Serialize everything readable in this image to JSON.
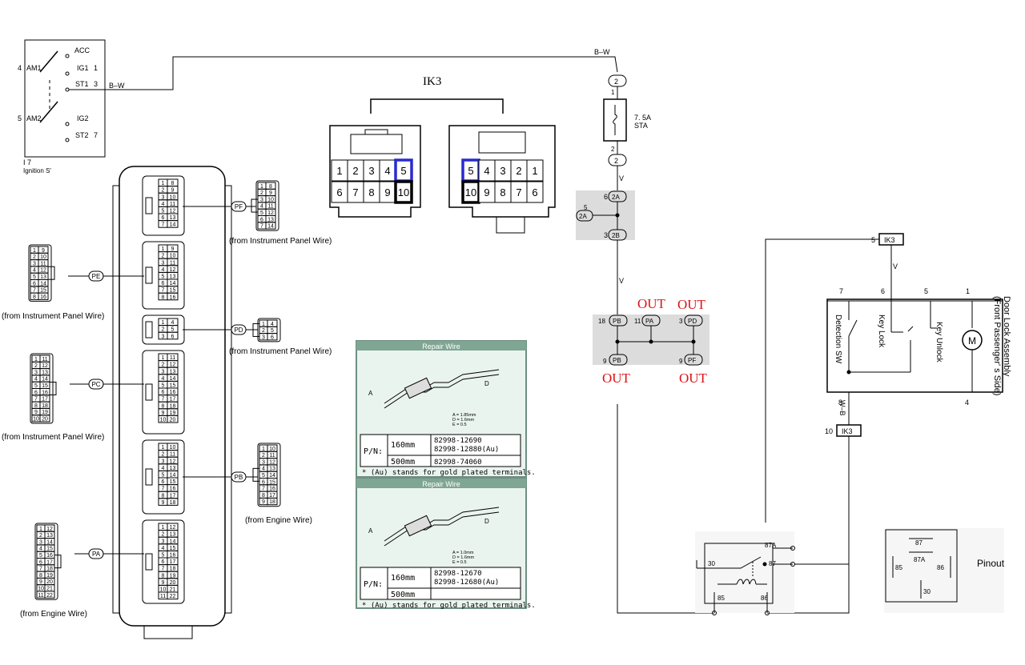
{
  "ignition": {
    "terms": [
      "ACC",
      "AM1",
      "IG1",
      "ST1",
      "AM2",
      "IG2",
      "ST2"
    ],
    "pins": {
      "am1": "4",
      "ig1": "1",
      "st1": "3",
      "am2": "5",
      "st2": "7"
    },
    "wire": "B–W",
    "code": "I 7",
    "name": "Ignition S'"
  },
  "ik3": {
    "title": "IK3",
    "left_top": [
      "1",
      "2",
      "3",
      "4",
      "5"
    ],
    "left_bottom": [
      "6",
      "7",
      "8",
      "9",
      "10"
    ],
    "right_top": [
      "5",
      "4",
      "3",
      "2",
      "1"
    ],
    "right_bottom": [
      "10",
      "9",
      "8",
      "7",
      "6"
    ],
    "highlight_blue": "#2a2ad0",
    "highlight_black": "#000000"
  },
  "junction": {
    "top_wire": "B–W",
    "c2_top": "2",
    "c2_bottom": "2",
    "fuse_pin_top": "1",
    "fuse_pin_bottom": "2",
    "fuse_rating": "7. 5A",
    "fuse_name": "STA",
    "v_mark": "V",
    "c2a_pin": "6",
    "c2a": "2A",
    "c2a_side_pin": "5",
    "c2a_side": "2A",
    "c2b_pin": "3",
    "c2b": "2B",
    "pb_pin": "18",
    "pb": "PB",
    "pa_pin": "11",
    "pa": "PA",
    "pd_pin": "3",
    "pd": "PD",
    "pb2_pin": "9",
    "pb2": "PB",
    "pf_pin": "9",
    "pf": "PF",
    "out": "OUT",
    "shade": "#dcdcdc"
  },
  "door_lock": {
    "ik3_top_pin": "5",
    "ik3_top": "IK3",
    "v_mark": "V",
    "pins_top": [
      "7",
      "6",
      "5",
      "1"
    ],
    "detection": "Detection SW",
    "key_lock": "Key Lock",
    "key_unlock": "Key Unlock",
    "motor": "M",
    "title1": "Door Lock Assembly",
    "title2": "(Front Passenger' s Side)",
    "pin8": "8",
    "pin4": "4",
    "wire": "W–B",
    "ik3_bottom_pin": "10",
    "ik3_bottom": "IK3"
  },
  "relay": {
    "t30": "30",
    "t87a": "87A",
    "t87": "87",
    "t85": "85",
    "t86": "86",
    "pinout_label": "Pinout",
    "p87": "87",
    "p87a": "87A",
    "p85": "85",
    "p86": "86",
    "p30": "30"
  },
  "ecu": {
    "pf": {
      "id": "PF",
      "rows": [
        [
          "1",
          "8"
        ],
        [
          "2",
          "9"
        ],
        [
          "3",
          "10"
        ],
        [
          "4",
          "11"
        ],
        [
          "5",
          "12"
        ],
        [
          "6",
          "13"
        ],
        [
          "7",
          "14"
        ]
      ],
      "from": "(from Instrument Panel Wire)"
    },
    "pe": {
      "id": "PE",
      "rows": [
        [
          "1",
          "9"
        ],
        [
          "2",
          "10"
        ],
        [
          "3",
          "11"
        ],
        [
          "4",
          "12"
        ],
        [
          "5",
          "13"
        ],
        [
          "6",
          "14"
        ],
        [
          "7",
          "15"
        ],
        [
          "8",
          "16"
        ]
      ],
      "from": "(from Instrument Panel Wire)"
    },
    "pd": {
      "id": "PD",
      "rows": [
        [
          "1",
          "4"
        ],
        [
          "2",
          "5"
        ],
        [
          "3",
          "6"
        ]
      ],
      "from": "(from Instrument Panel Wire)"
    },
    "pc": {
      "id": "PC",
      "rows": [
        [
          "1",
          "11"
        ],
        [
          "2",
          "12"
        ],
        [
          "3",
          "13"
        ],
        [
          "4",
          "14"
        ],
        [
          "5",
          "15"
        ],
        [
          "6",
          "16"
        ],
        [
          "7",
          "17"
        ],
        [
          "8",
          "18"
        ],
        [
          "9",
          "19"
        ],
        [
          "10",
          "20"
        ]
      ],
      "from": "(from Instrument Panel Wire)"
    },
    "pb": {
      "id": "PB",
      "rows": [
        [
          "1",
          "10"
        ],
        [
          "2",
          "11"
        ],
        [
          "3",
          "12"
        ],
        [
          "4",
          "13"
        ],
        [
          "5",
          "14"
        ],
        [
          "6",
          "15"
        ],
        [
          "7",
          "16"
        ],
        [
          "8",
          "17"
        ],
        [
          "9",
          "18"
        ]
      ],
      "from": "(from Engine Wire)"
    },
    "pa": {
      "id": "PA",
      "rows": [
        [
          "1",
          "12"
        ],
        [
          "2",
          "13"
        ],
        [
          "3",
          "14"
        ],
        [
          "4",
          "15"
        ],
        [
          "5",
          "16"
        ],
        [
          "6",
          "17"
        ],
        [
          "7",
          "18"
        ],
        [
          "8",
          "19"
        ],
        [
          "9",
          "20"
        ],
        [
          "10",
          "21"
        ],
        [
          "11",
          "22"
        ]
      ],
      "from": "(from Engine Wire)"
    }
  },
  "repair": [
    {
      "header": "Repair Wire",
      "dims": [
        "A = 1.85mm",
        "D = 1.6mm",
        "E = 0.5"
      ],
      "letters": [
        "A",
        "D"
      ],
      "pn_label": "P/N:",
      "len1": "160mm",
      "part1a": "82998-12690",
      "part1b": "82998-12880(Au)",
      "len2": "500mm",
      "part2": "82998-74060",
      "note": "* (Au) stands for gold plated terminals."
    },
    {
      "header": "Repair Wire",
      "dims": [
        "A = 1.0mm",
        "D = 1.6mm",
        "E = 0.5"
      ],
      "letters": [
        "A",
        "D"
      ],
      "pn_label": "P/N:",
      "len1": "160mm",
      "part1a": "82998-12670",
      "part1b": "82998-12680(Au)",
      "len2": "500mm",
      "part2": "",
      "note": "* (Au) stands for gold plated terminals."
    }
  ]
}
